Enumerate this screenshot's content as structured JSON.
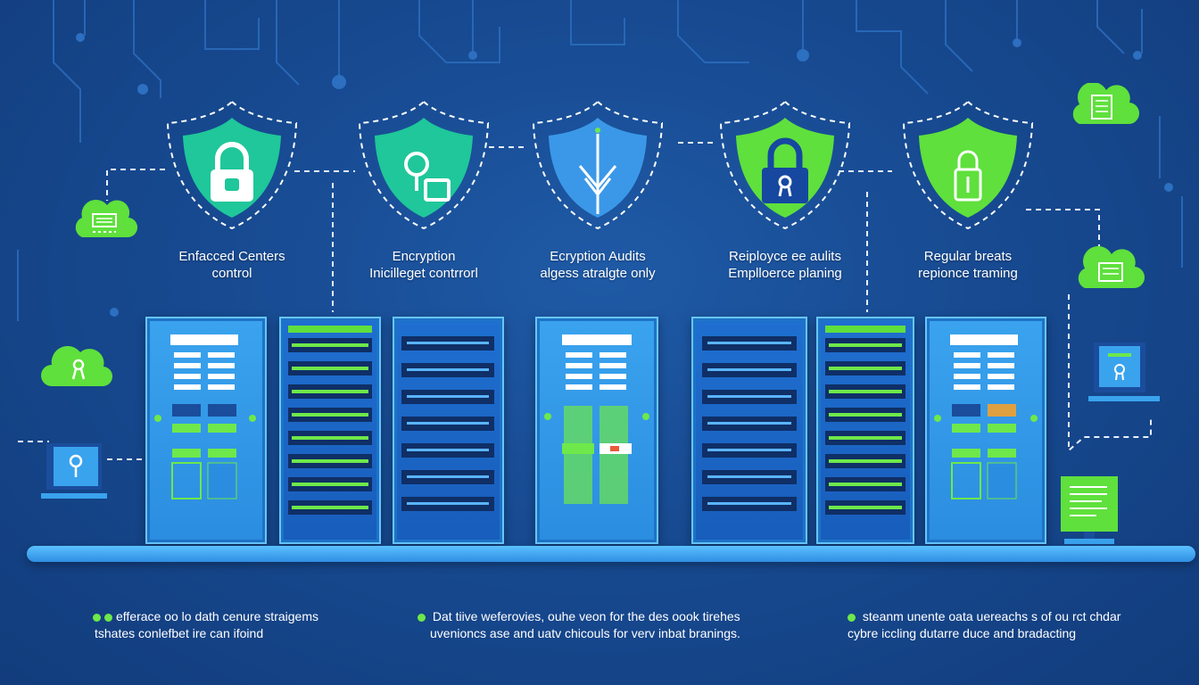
{
  "shields": [
    {
      "id": "access",
      "label_line1": "Enfacced Centers",
      "label_line2": "control",
      "icon": "padlock-icon",
      "color": "#1fc79a"
    },
    {
      "id": "encryption",
      "label_line1": "Encryption",
      "label_line2": "Inicilleget contrrorl",
      "icon": "key-icon",
      "color": "#1fc79a"
    },
    {
      "id": "audits",
      "label_line1": "Ecryption Audits",
      "label_line2": "algess atralgte only",
      "icon": "arrow-icon",
      "color": "#3b98e8"
    },
    {
      "id": "employee",
      "label_line1": "Reiployce ee aulits",
      "label_line2": "Emplloerce planing",
      "icon": "padlock-icon",
      "color": "#5fe03c"
    },
    {
      "id": "training",
      "label_line1": "Regular breats",
      "label_line2": "repionce traming",
      "icon": "padlock-icon",
      "color": "#5fe03c"
    }
  ],
  "notes": [
    {
      "line1": "efferace oo lo dath cenure straigems",
      "line2": "tshates conlefbet ire can ifoind"
    },
    {
      "line1": "Dat tiive weferovies, ouhe veon for the des oook tirehes",
      "line2": "uvenioncs ase and uatv chicouls for verv inbat branings."
    },
    {
      "line1": "steanm unente oata uereachs s of ou rct chdar",
      "line2": "cybre iccling dutarre duce and bradacting"
    }
  ],
  "colors": {
    "accent_green": "#5fe03c",
    "teal": "#1fc79a",
    "rack_blue": "#2b8de0",
    "background": "#174a91"
  }
}
